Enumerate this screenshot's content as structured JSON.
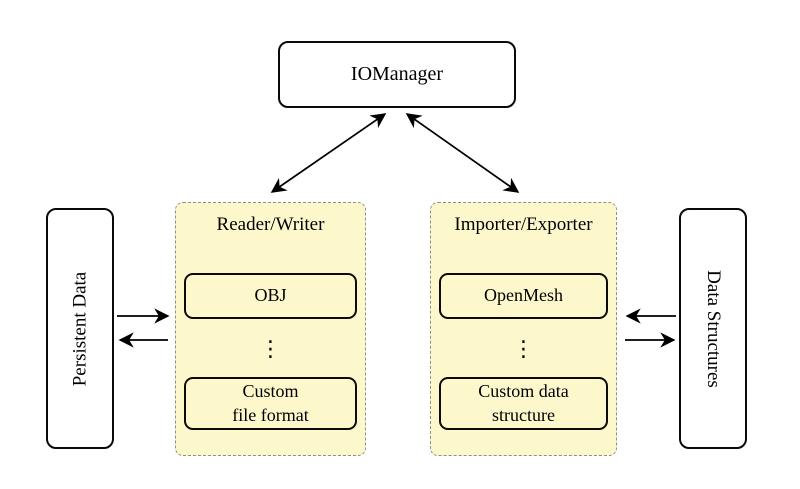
{
  "diagram": {
    "iomanager": {
      "label": "IOManager"
    },
    "persistent_data": {
      "label": "Persistent Data"
    },
    "data_structures": {
      "label": "Data Structures"
    },
    "panels": [
      {
        "title": "Reader/Writer",
        "top_box": "OBJ",
        "ellipsis": "⋮",
        "bottom_box": "Custom\nfile format"
      },
      {
        "title": "Importer/Exporter",
        "top_box": "OpenMesh",
        "ellipsis": "⋮",
        "bottom_box": "Custom data\nstructure"
      }
    ],
    "connections": [
      {
        "from": "IOManager",
        "to": "Reader/Writer",
        "direction": "bidirectional"
      },
      {
        "from": "IOManager",
        "to": "Importer/Exporter",
        "direction": "bidirectional"
      },
      {
        "from": "Persistent Data",
        "to": "Reader/Writer",
        "direction": "bidirectional"
      },
      {
        "from": "Importer/Exporter",
        "to": "Data Structures",
        "direction": "bidirectional"
      }
    ],
    "colors": {
      "background": "#ffffff",
      "panel_fill": "#fcf8cc",
      "panel_border": "#8f8f8f",
      "box_border": "#0a0a0a",
      "arrow": "#000000",
      "text": "#000000"
    }
  }
}
